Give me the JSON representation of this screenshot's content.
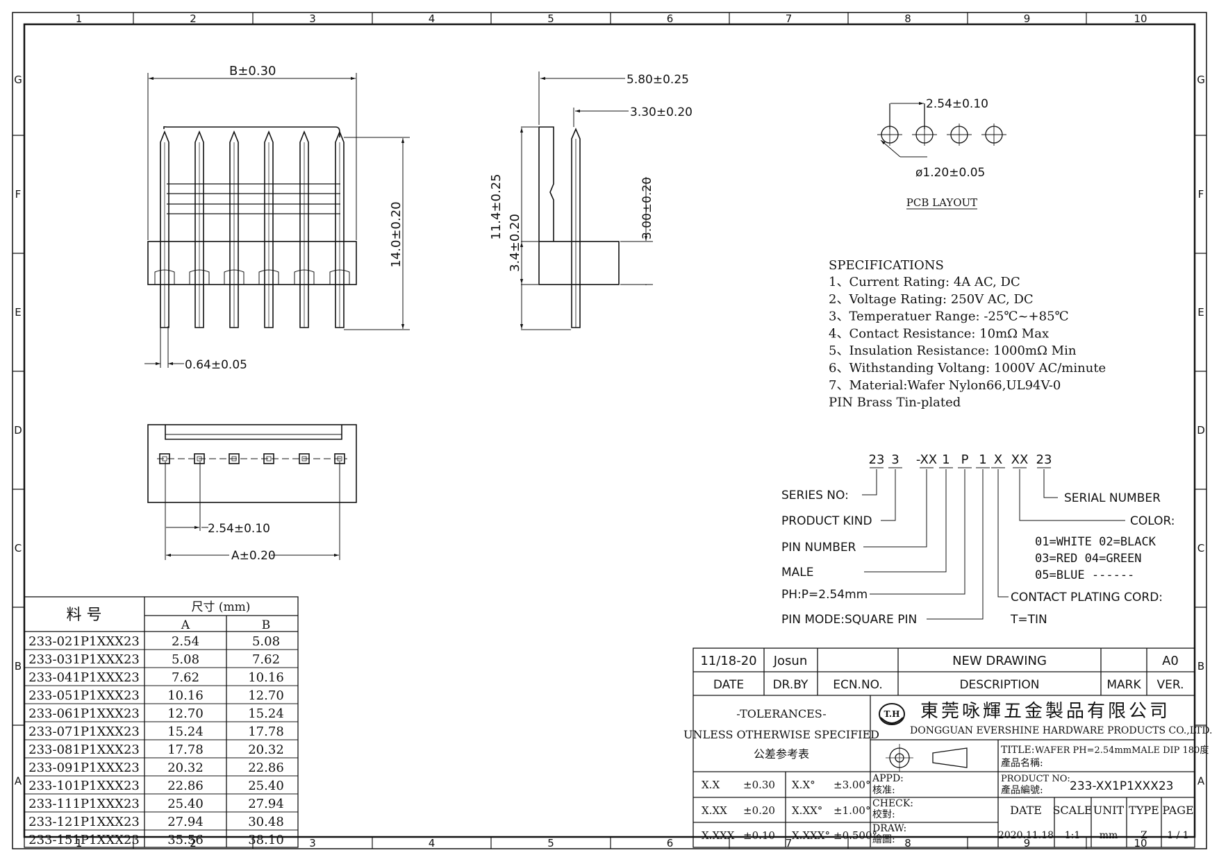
{
  "border": {
    "columns": [
      "1",
      "2",
      "3",
      "4",
      "5",
      "6",
      "7",
      "8",
      "9",
      "10"
    ],
    "rows": [
      "G",
      "F",
      "E",
      "D",
      "C",
      "B",
      "A"
    ]
  },
  "views": {
    "front": {
      "width_dim": "B±0.30",
      "height_dim": "14.0±0.20",
      "pin_dim": "0.64±0.05",
      "pin_count": 6
    },
    "side": {
      "top_dim": "5.80±0.25",
      "pitch_dim": "3.30±0.20",
      "height_dim": "11.4±0.25",
      "base_dim": "3.4±0.20",
      "tail_dim": "3.00±0.20"
    },
    "top": {
      "pitch_dim": "2.54±0.10",
      "overall_dim": "A±0.20"
    }
  },
  "pcb": {
    "pitch_dim": "2.54±0.10",
    "hole_dim": "ø1.20±0.05",
    "label": "PCB LAYOUT",
    "hole_count": 4
  },
  "specifications": {
    "heading": "SPECIFICATIONS",
    "items": [
      "1、Current Rating: 4A AC, DC",
      "2、Voltage Rating: 250V AC, DC",
      "3、Temperatuer Range: -25℃~+85℃",
      "4、Contact Resistance: 10mΩ Max",
      "5、Insulation Resistance: 1000mΩ Min",
      "6、Withstanding Voltang: 1000V AC/minute",
      "7、Material:Wafer Nylon66,UL94V-0",
      "   PIN Brass Tin-plated"
    ]
  },
  "part_code": {
    "segments": [
      "23",
      "3",
      "-XX",
      "1",
      "P",
      "1",
      "X",
      "XX",
      "23"
    ],
    "left_labels": [
      "SERIES NO:",
      "PRODUCT KIND",
      "PIN NUMBER",
      "MALE",
      "PH:P=2.54mm",
      "PIN MODE:SQUARE PIN"
    ],
    "serial": "SERIAL NUMBER",
    "color_title": "COLOR:",
    "color_lines": [
      "01=WHITE  02=BLACK",
      "03=RED    04=GREEN",
      "05=BLUE  ------"
    ],
    "plating": "CONTACT PLATING CORD:",
    "plating_value": "T=TIN"
  },
  "parts_table": {
    "header_part": "料  号",
    "header_dim": "尺寸 (mm)",
    "col_a": "A",
    "col_b": "B",
    "rows": [
      [
        "233-021P1XXX23",
        "2.54",
        "5.08"
      ],
      [
        "233-031P1XXX23",
        "5.08",
        "7.62"
      ],
      [
        "233-041P1XXX23",
        "7.62",
        "10.16"
      ],
      [
        "233-051P1XXX23",
        "10.16",
        "12.70"
      ],
      [
        "233-061P1XXX23",
        "12.70",
        "15.24"
      ],
      [
        "233-071P1XXX23",
        "15.24",
        "17.78"
      ],
      [
        "233-081P1XXX23",
        "17.78",
        "20.32"
      ],
      [
        "233-091P1XXX23",
        "20.32",
        "22.86"
      ],
      [
        "233-101P1XXX23",
        "22.86",
        "25.40"
      ],
      [
        "233-111P1XXX23",
        "25.40",
        "27.94"
      ],
      [
        "233-121P1XXX23",
        "27.94",
        "30.48"
      ],
      [
        "233-151P1XXX23",
        "35.56",
        "38.10"
      ]
    ]
  },
  "title_block": {
    "rev_date": "11/18-20",
    "rev_by": "Josun",
    "rev_ecn": "",
    "rev_desc": "NEW DRAWING",
    "rev_mark": "",
    "rev_ver": "A0",
    "h_date": "DATE",
    "h_drby": "DR.BY",
    "h_ecn": "ECN.NO.",
    "h_desc": "DESCRIPTION",
    "h_mark": "MARK",
    "h_ver": "VER.",
    "tol_title": "-TOLERANCES-",
    "tol_sub": "UNLESS OTHERWISE SPECIFIED",
    "tol_cn": "公差参考表",
    "logo_text": "T.H",
    "company_cn": "東莞咏輝五金製品有限公司",
    "company_en": "DONGGUAN EVERSHINE HARDWARE PRODUCTS CO.,LTD.",
    "title_label": "TITLE:",
    "title_value": "WAFER PH=2.54mmMALE DIP 180度",
    "title_cn": "產品名稱:",
    "product_label": "PRODUCT NO:",
    "product_cn": "產品編號:",
    "product_value": "233-XX1P1XXX23",
    "tol_rows": [
      [
        "X.X",
        "±0.30",
        "X.X°",
        "±3.00°"
      ],
      [
        "X.XX",
        "±0.20",
        "X.XX°",
        "±1.00°"
      ],
      [
        "X.XXX",
        "±0.10",
        "X.XXX°",
        "±0.500°"
      ]
    ],
    "appd": "APPD:",
    "appd_cn": "核准:",
    "check": "CHECK:",
    "check_cn": "校對:",
    "draw": "DRAW:",
    "draw_cn": "繪圖:",
    "f_date": "DATE",
    "f_scale": "SCALE",
    "f_unit": "UNIT",
    "f_type": "TYPE",
    "f_page": "PAGE",
    "v_date": "2020.11.18",
    "v_scale": "1:1",
    "v_unit": "mm",
    "v_type": "Z",
    "v_page": "1 / 1"
  }
}
